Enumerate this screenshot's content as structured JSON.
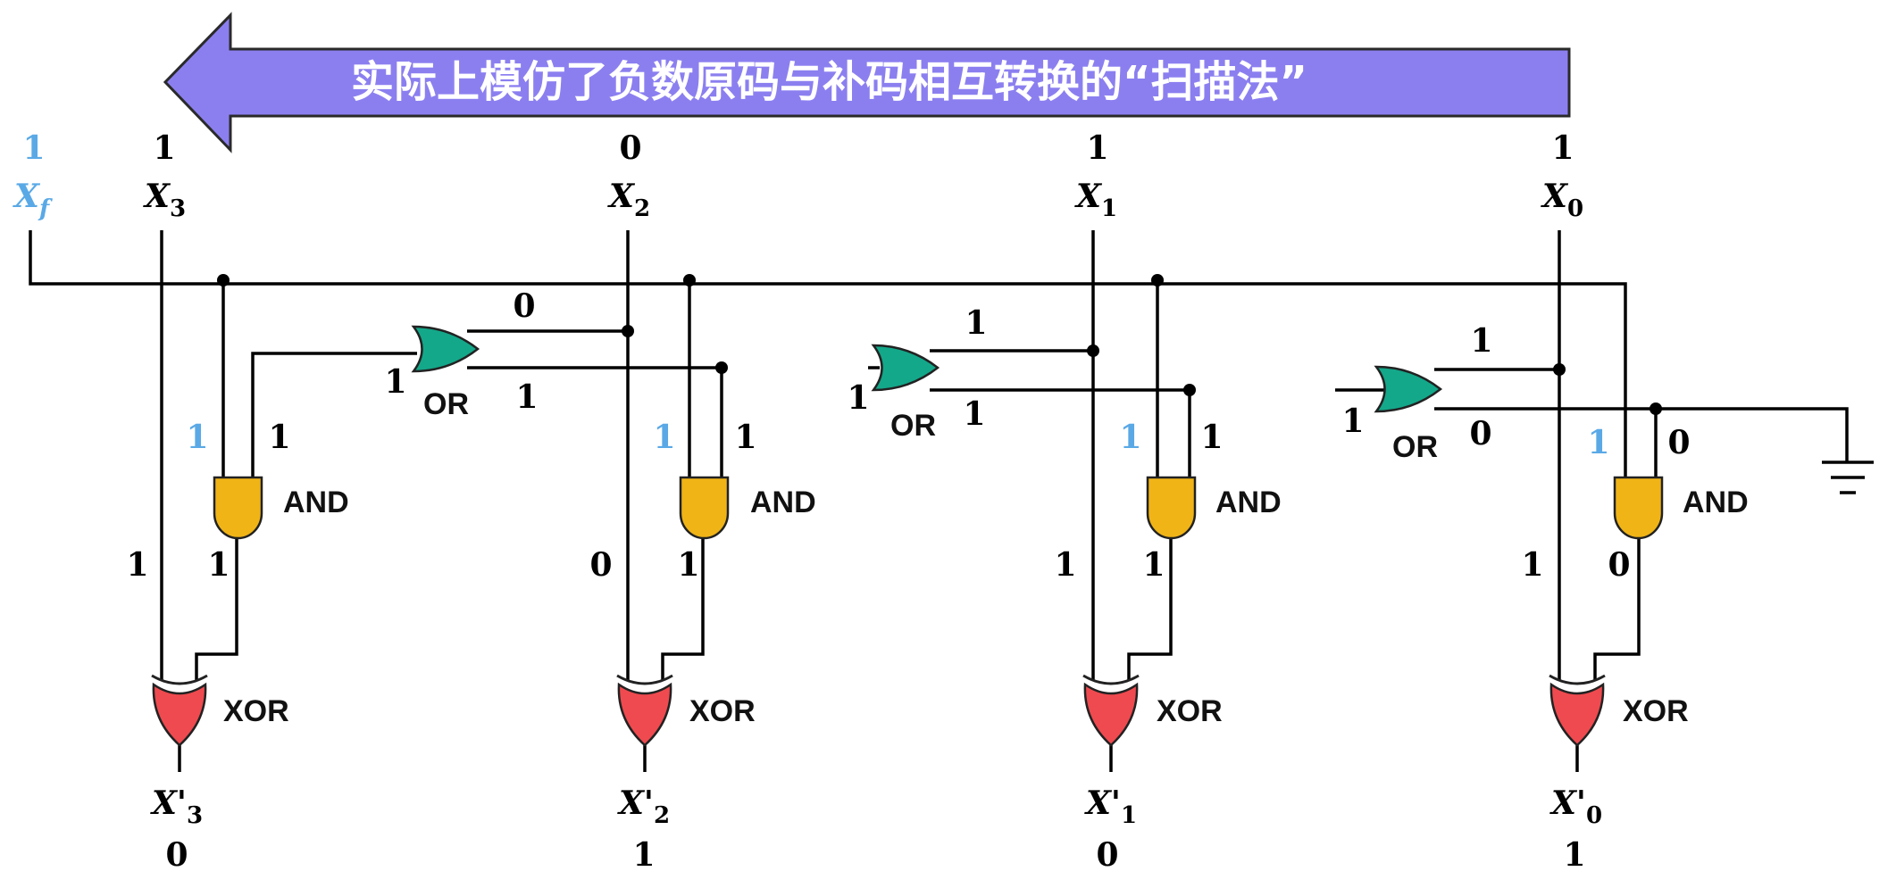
{
  "banner": {
    "text": "实际上模仿了负数原码与补码相互转换的“扫描法”",
    "color": "#8b7ff0"
  },
  "sign": {
    "value": "1",
    "name": "X",
    "sub": "f"
  },
  "inputs": [
    {
      "value": "1",
      "name": "X",
      "sub": "3"
    },
    {
      "value": "0",
      "name": "X",
      "sub": "2"
    },
    {
      "value": "1",
      "name": "X",
      "sub": "1"
    },
    {
      "value": "1",
      "name": "X",
      "sub": "0"
    }
  ],
  "outputs": [
    {
      "value": "0",
      "name": "X'",
      "sub": "3"
    },
    {
      "value": "1",
      "name": "X'",
      "sub": "2"
    },
    {
      "value": "0",
      "name": "X'",
      "sub": "1"
    },
    {
      "value": "1",
      "name": "X'",
      "sub": "0"
    }
  ],
  "gate_labels": {
    "or": "OR",
    "and": "AND",
    "xor": "XOR"
  },
  "or_gates": [
    {
      "in_top": "0",
      "in_bottom": "1",
      "out": "1"
    },
    {
      "in_top": "1",
      "in_bottom": "1",
      "out": "1"
    },
    {
      "in_top": "1",
      "in_bottom": "0",
      "out": "1"
    }
  ],
  "and_gates": [
    {
      "in_left": "1",
      "in_right": "1",
      "out": "1"
    },
    {
      "in_left": "1",
      "in_right": "1",
      "out": "1"
    },
    {
      "in_left": "1",
      "in_right": "1",
      "out": "1"
    },
    {
      "in_left": "1",
      "in_right": "0",
      "out": "0"
    }
  ],
  "xor_inputs": [
    "1",
    "0",
    "1",
    "1"
  ],
  "colors": {
    "or_gate": "#13a88a",
    "and_gate": "#f0b416",
    "xor_gate": "#ef4a4f",
    "highlight": "#5aa9e6"
  }
}
